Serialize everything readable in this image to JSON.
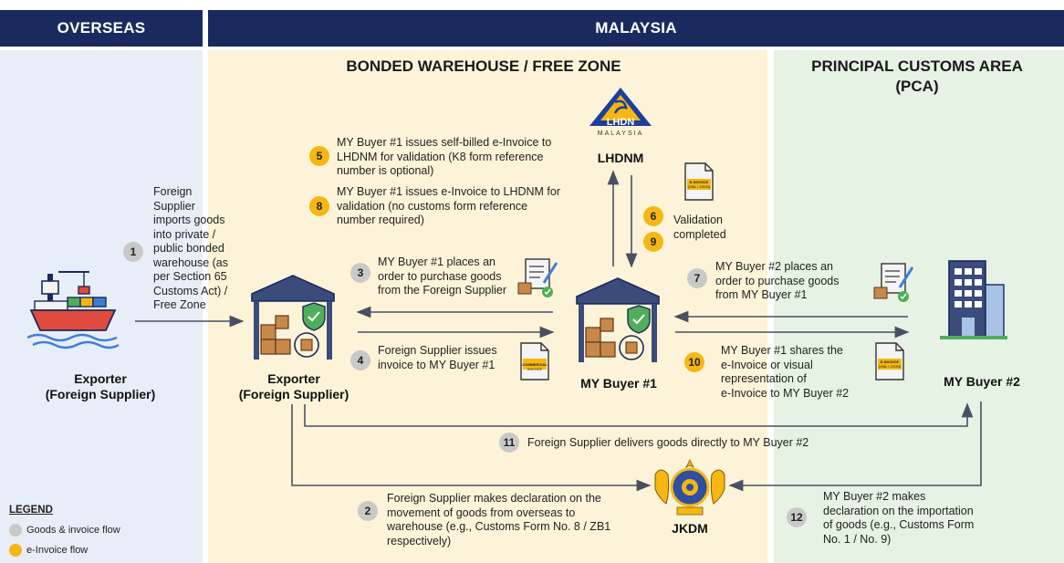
{
  "headers": {
    "overseas": "OVERSEAS",
    "malaysia": "MALAYSIA"
  },
  "zones": {
    "bonded": "BONDED WAREHOUSE / FREE ZONE",
    "pca_line1": "PRINCIPAL CUSTOMS AREA",
    "pca_line2": "(PCA)"
  },
  "nodes": {
    "exporter_overseas": [
      "Exporter",
      "(Foreign Supplier)"
    ],
    "exporter_bonded": [
      "Exporter",
      "(Foreign Supplier)"
    ],
    "buyer1": "MY Buyer #1",
    "buyer2": "MY Buyer #2",
    "lhdnm": "LHDNM",
    "jkdm": "JKDM",
    "lhdn_logo_text": "LHDN",
    "lhdn_logo_sub": "MALAYSIA"
  },
  "steps": [
    {
      "num": "1",
      "type": "goods",
      "lines": [
        "Foreign",
        "Supplier",
        "imports goods",
        "into private /",
        "public bonded",
        "warehouse (as",
        "per Section 65",
        "Customs Act) /",
        "Free Zone"
      ]
    },
    {
      "num": "2",
      "type": "goods",
      "lines": [
        "Foreign Supplier makes declaration on the",
        "movement of goods from overseas to",
        "warehouse (e.g., Customs Form No. 8 / ZB1",
        "respectively)"
      ]
    },
    {
      "num": "3",
      "type": "goods",
      "lines": [
        "MY Buyer #1 places an",
        "order to purchase goods",
        "from the Foreign Supplier"
      ]
    },
    {
      "num": "4",
      "type": "goods",
      "lines": [
        "Foreign Supplier issues",
        "invoice to MY Buyer #1"
      ]
    },
    {
      "num": "5",
      "type": "einvoice",
      "lines": [
        "MY Buyer #1 issues self-billed e-Invoice to",
        "LHDNM for validation (K8 form reference",
        "number is optional)"
      ]
    },
    {
      "num": "6",
      "type": "einvoice",
      "lines": [
        "Validation"
      ]
    },
    {
      "num": "9",
      "type": "einvoice",
      "lines": [
        "completed"
      ]
    },
    {
      "num": "7",
      "type": "goods",
      "lines": [
        "MY Buyer #2 places an",
        "order to purchase goods",
        "from MY Buyer #1"
      ]
    },
    {
      "num": "8",
      "type": "einvoice",
      "lines": [
        "MY Buyer #1 issues e-Invoice to LHDNM for",
        "validation (no customs form reference",
        "number required)"
      ]
    },
    {
      "num": "10",
      "type": "einvoice",
      "lines": [
        "MY Buyer #1 shares the",
        "e-Invoice or visual",
        "representation of",
        "e-Invoice to MY Buyer #2"
      ]
    },
    {
      "num": "11",
      "type": "goods",
      "lines": [
        "Foreign Supplier delivers goods directly to MY Buyer #2"
      ]
    },
    {
      "num": "12",
      "type": "goods",
      "lines": [
        "MY Buyer #2 makes",
        "declaration on the importation",
        "of goods (e.g., Customs Form",
        "No. 1 / No. 9)"
      ]
    }
  ],
  "doc_labels": {
    "einvoice": [
      "E-INVOICE",
      "(XML / JSON)"
    ],
    "commercial": [
      "COMMERCIAL",
      "INVOICE"
    ]
  },
  "legend": {
    "title": "LEGEND",
    "items": [
      {
        "label": "Goods & invoice flow",
        "color": "#c9c9c9"
      },
      {
        "label": "e-Invoice flow",
        "color": "#f6b713"
      }
    ]
  },
  "colors": {
    "header": "#1b2a5e",
    "overseas_bg": "#e8eef8",
    "bonded_bg": "#fdf3d8",
    "pca_bg": "#e6f2e4",
    "arrow": "#4a4f63",
    "accent_yellow": "#f6b713",
    "goods_grey": "#c9c9c9"
  }
}
